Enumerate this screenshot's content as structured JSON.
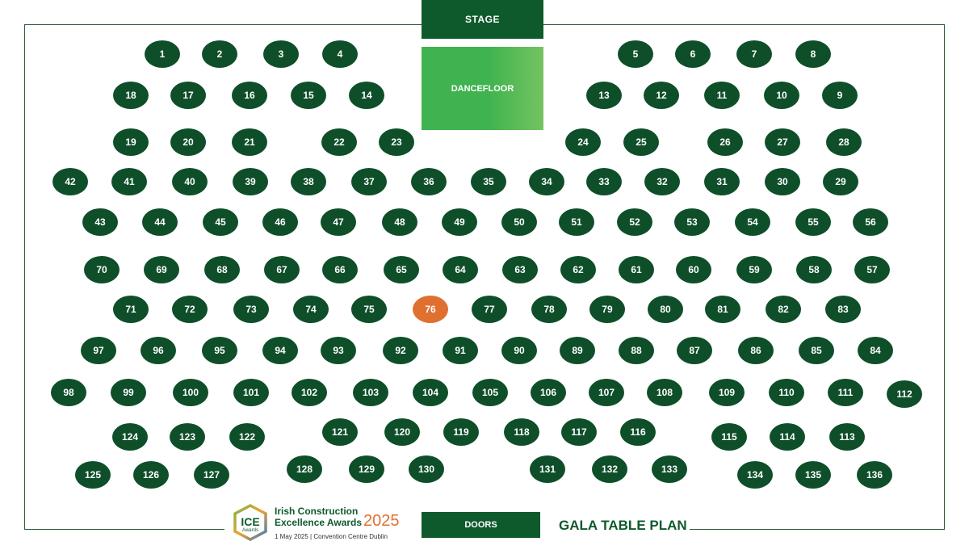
{
  "stage_label": "STAGE",
  "dancefloor_label": "DANCEFLOOR",
  "doors_label": "DOORS",
  "plan_title": "GALA TABLE PLAN",
  "logo": {
    "mark": "ICE",
    "mark_sub": "Awards",
    "line1": "Irish Construction",
    "line2": "Excellence Awards",
    "year": "2025",
    "subline": "1 May 2025 | Convention Centre Dublin"
  },
  "highlighted_table": "76",
  "colors": {
    "table": "#0e4f2a",
    "highlight": "#e07030",
    "dancefloor": "#3fb34f",
    "stage": "#0f5a2c"
  },
  "tables": [
    "1",
    "2",
    "3",
    "4",
    "5",
    "6",
    "7",
    "8",
    "9",
    "10",
    "11",
    "12",
    "13",
    "14",
    "15",
    "16",
    "17",
    "18",
    "19",
    "20",
    "21",
    "22",
    "23",
    "24",
    "25",
    "26",
    "27",
    "28",
    "29",
    "30",
    "31",
    "32",
    "33",
    "34",
    "35",
    "36",
    "37",
    "38",
    "39",
    "40",
    "41",
    "42",
    "43",
    "44",
    "45",
    "46",
    "47",
    "48",
    "49",
    "50",
    "51",
    "52",
    "53",
    "54",
    "55",
    "56",
    "57",
    "58",
    "59",
    "60",
    "61",
    "62",
    "63",
    "64",
    "65",
    "66",
    "67",
    "68",
    "69",
    "70",
    "71",
    "72",
    "73",
    "74",
    "75",
    "76",
    "77",
    "78",
    "79",
    "80",
    "81",
    "82",
    "83",
    "84",
    "85",
    "86",
    "87",
    "88",
    "89",
    "90",
    "91",
    "92",
    "93",
    "94",
    "95",
    "96",
    "97",
    "98",
    "99",
    "100",
    "101",
    "102",
    "103",
    "104",
    "105",
    "106",
    "107",
    "108",
    "109",
    "110",
    "111",
    "112",
    "113",
    "114",
    "115",
    "116",
    "117",
    "118",
    "119",
    "120",
    "121",
    "122",
    "123",
    "124",
    "125",
    "126",
    "127",
    "128",
    "129",
    "130",
    "131",
    "132",
    "133",
    "134",
    "135",
    "136"
  ]
}
